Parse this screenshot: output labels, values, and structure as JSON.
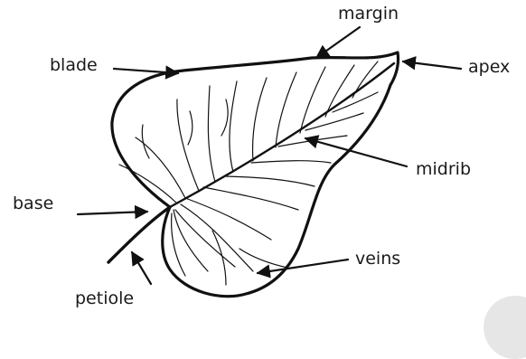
{
  "labels": {
    "margin": "margin",
    "blade": "blade",
    "apex": "apex",
    "midrib": "midrib",
    "base": "base",
    "veins": "veins",
    "petiole": "petiole"
  },
  "colors": {
    "stroke": "#111111",
    "background": "#ffffff"
  }
}
